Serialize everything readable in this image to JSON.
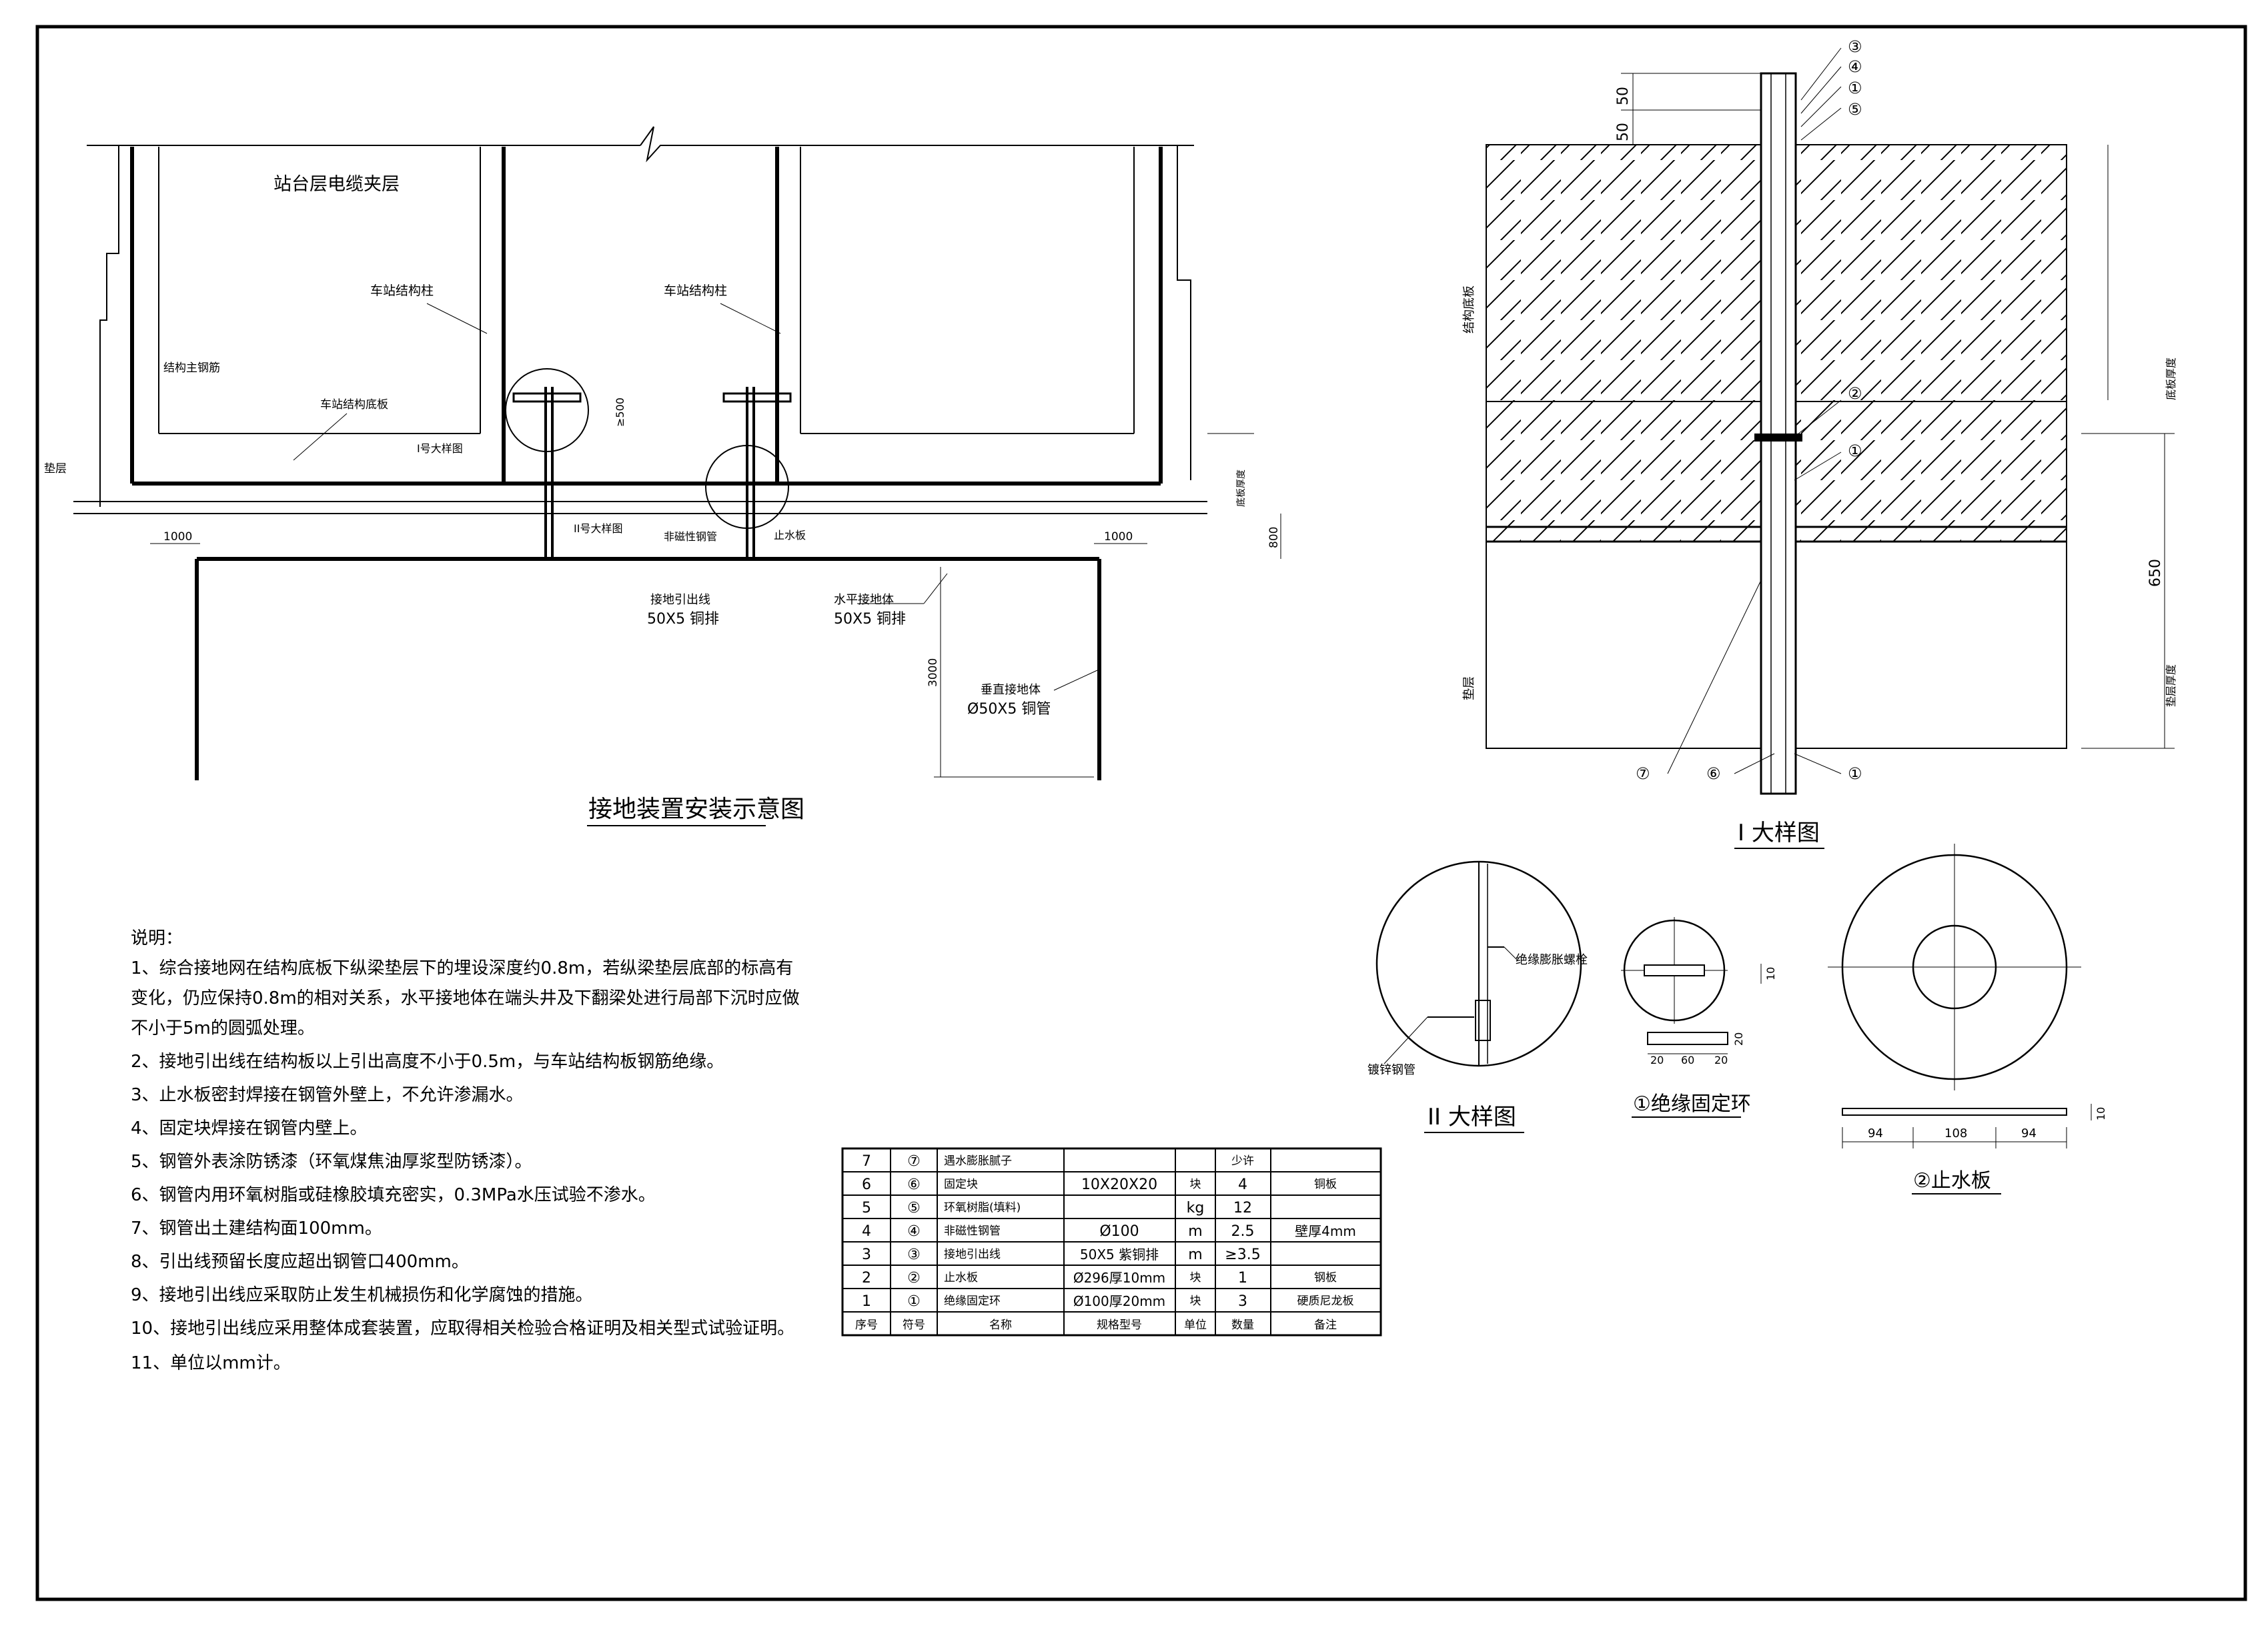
{
  "main": {
    "title": "接地装置安装示意图",
    "labels": {
      "cable_layer": "站台层电缆夹层",
      "column1": "车站结构柱",
      "column2": "车站结构柱",
      "main_rebar": "结构主钢筋",
      "floor_slab": "车站结构底板",
      "cushion": "垫层",
      "detail1": "I号大样图",
      "detail2": "II号大样图",
      "nonmag_pipe": "非磁性钢管",
      "waterstop": "止水板",
      "ge500": "≥500",
      "lead": "接地引出线",
      "lead_spec": "50X5 铜排",
      "horiz": "水平接地体",
      "horiz_spec": "50X5 铜排",
      "vert": "垂直接地体",
      "vert_spec": "Ø50X5 铜管",
      "slab_thk": "底板厚度",
      "d1000_left": "1000",
      "d1000_right": "1000",
      "d800": "800",
      "d3000": "3000"
    }
  },
  "detail1": {
    "title": "I 大样图",
    "d50a": "50",
    "d50b": "50",
    "slab_label": "结构底板",
    "cushion_label": "垫层",
    "slab_thk": "底板厚度",
    "cushion_thk": "垫层厚度",
    "d650": "650",
    "c1": "③",
    "c2": "④",
    "c3": "①",
    "c4": "⑤",
    "c5": "②",
    "c6": "①",
    "c7": "⑦",
    "c8": "⑥",
    "c9": "①"
  },
  "detail2": {
    "title": "II 大样图",
    "bolt": "绝缘膨胀螺栓",
    "pipe": "镀锌钢管"
  },
  "ring": {
    "title": "①绝缘固定环",
    "d20a": "20",
    "d60": "60",
    "d20b": "20",
    "dv20": "20",
    "dv10": "10"
  },
  "plate": {
    "title": "②止水板",
    "d94a": "94",
    "d108": "108",
    "d94b": "94",
    "dv10": "10"
  },
  "notes": {
    "heading": "说明：",
    "lines": [
      "1、综合接地网在结构底板下纵梁垫层下的埋设深度约0.8m，若纵梁垫层底部的标高有",
      "变化，仍应保持0.8m的相对关系，水平接地体在端头井及下翻梁处进行局部下沉时应做",
      "不小于5m的圆弧处理。",
      "2、接地引出线在结构板以上引出高度不小于0.5m，与车站结构板钢筋绝缘。",
      "3、止水板密封焊接在钢管外壁上，不允许渗漏水。",
      "4、固定块焊接在钢管内壁上。",
      "5、钢管外表涂防锈漆（环氧煤焦油厚浆型防锈漆）。",
      "6、钢管内用环氧树脂或硅橡胶填充密实，0.3MPa水压试验不渗水。",
      "7、钢管出土建结构面100mm。",
      "8、引出线预留长度应超出钢管口400mm。",
      "9、接地引出线应采取防止发生机械损伤和化学腐蚀的措施。",
      "10、接地引出线应采用整体成套装置，应取得相关检验合格证明及相关型式试验证明。",
      "11、单位以mm计。"
    ]
  },
  "table": {
    "headers": [
      "序号",
      "符号",
      "名称",
      "规格型号",
      "单位",
      "数量",
      "备注"
    ],
    "rows": [
      [
        "7",
        "⑦",
        "遇水膨胀腻子",
        "",
        "",
        "少许",
        ""
      ],
      [
        "6",
        "⑥",
        "固定块",
        "10X20X20",
        "块",
        "4",
        "铜板"
      ],
      [
        "5",
        "⑤",
        "环氧树脂(填料)",
        "",
        "kg",
        "12",
        ""
      ],
      [
        "4",
        "④",
        "非磁性钢管",
        "Ø100",
        "m",
        "2.5",
        "壁厚4mm"
      ],
      [
        "3",
        "③",
        "接地引出线",
        "50X5 紫铜排",
        "m",
        "≥3.5",
        ""
      ],
      [
        "2",
        "②",
        "止水板",
        "Ø296厚10mm",
        "块",
        "1",
        "钢板"
      ],
      [
        "1",
        "①",
        "绝缘固定环",
        "Ø100厚20mm",
        "块",
        "3",
        "硬质尼龙板"
      ]
    ]
  }
}
